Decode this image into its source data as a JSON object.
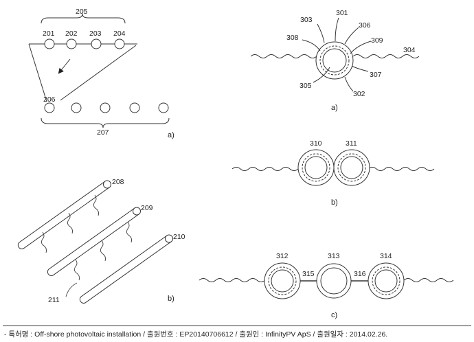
{
  "figure_a_left": {
    "labels": {
      "group_top": "205",
      "c201": "201",
      "c202": "202",
      "c203": "203",
      "c204": "204",
      "c206": "206",
      "group_bottom": "207"
    },
    "sublabel": "a)"
  },
  "figure_b_left": {
    "labels": {
      "tube_top": "208",
      "tube_mid": "209",
      "tube_bottom": "210",
      "link": "211"
    },
    "sublabel": "b)"
  },
  "figure_a_right": {
    "labels": {
      "l301": "301",
      "l302": "302",
      "l303": "303",
      "l304": "304",
      "l305": "305",
      "l306": "306",
      "l307": "307",
      "l308": "308",
      "l309": "309"
    },
    "sublabel": "a)"
  },
  "figure_b_right": {
    "labels": {
      "l310": "310",
      "l311": "311"
    },
    "sublabel": "b)"
  },
  "figure_c_right": {
    "labels": {
      "l312": "312",
      "l313": "313",
      "l314": "314",
      "l315": "315",
      "l316": "316"
    },
    "sublabel": "c)"
  },
  "footer": {
    "text": "- 특허명 : Off-shore photovoltaic installation / 출원번호 : EP20140706612 / 출원인 : InfinityPV ApS / 출원일자 : 2014.02.26."
  }
}
